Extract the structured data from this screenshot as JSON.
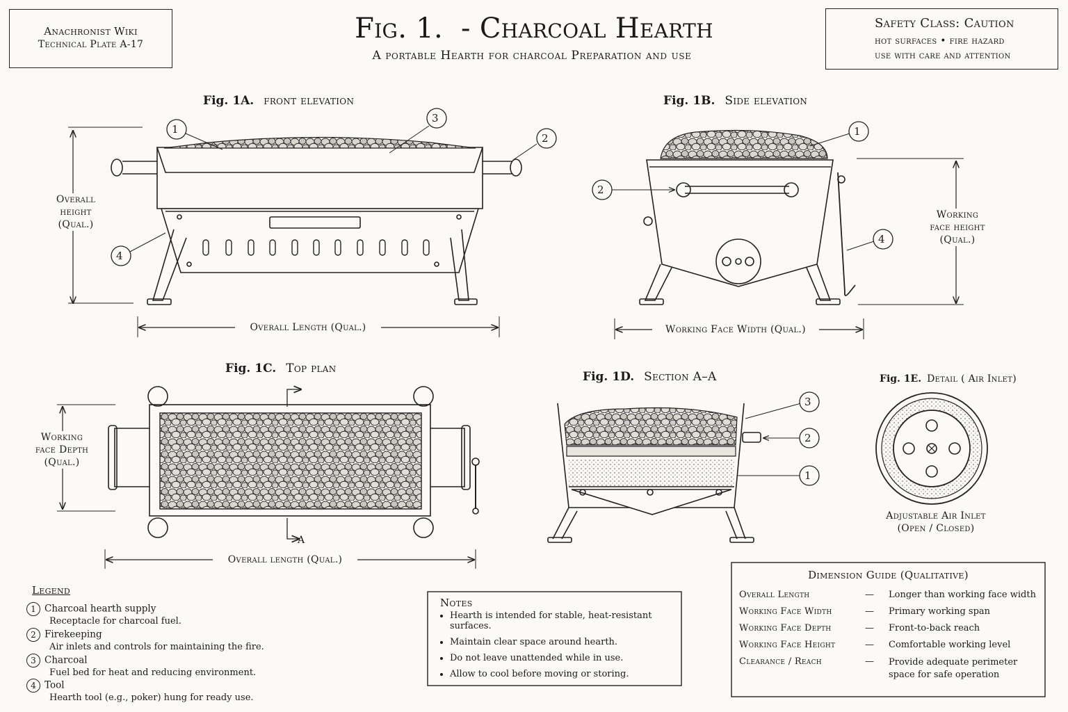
{
  "header": {
    "wiki_line1": "Anachronist Wiki",
    "wiki_line2": "Technical Plate A-17",
    "title": "Fig. 1.  - Charcoal Hearth",
    "subtitle": "A portable Hearth for charcoal Preparation and use",
    "safety_title": "Safety Class: Caution",
    "safety_line1": "hot surfaces • fire hazard",
    "safety_line2": "use with care and attention"
  },
  "figures": {
    "a": {
      "num": "Fig. 1A.",
      "name": "front elevation"
    },
    "b": {
      "num": "Fig. 1B.",
      "name": "Side elevation"
    },
    "c": {
      "num": "Fig. 1C.",
      "name": "Top plan"
    },
    "d": {
      "num": "Fig. 1D.",
      "name": "Section A–A"
    },
    "e": {
      "num": "Fig. 1E.",
      "name": "Detail ( Air Inlet)"
    }
  },
  "dimensions": {
    "overall_height": "Overall height (Qual.)",
    "overall_length_a": "Overall Length (Qual.)",
    "working_face_height": "Working face height (Qual.)",
    "working_face_width": "Working Face Width (Qual.)",
    "working_face_depth": "Working face Depth (Qual.)",
    "overall_length_c": "Overall length (Qual.)",
    "section_mark": "A"
  },
  "callouts": [
    "1",
    "2",
    "3",
    "4"
  ],
  "air_inlet": {
    "line1": "Adjustable Air Inlet",
    "line2": "(Open / Closed)"
  },
  "legend": {
    "title": "Legend",
    "items": [
      {
        "n": "1",
        "name": "Charcoal hearth supply",
        "desc": "Receptacle for charcoal fuel."
      },
      {
        "n": "2",
        "name": "Firekeeping",
        "desc": "Air inlets and controls for maintaining the fire."
      },
      {
        "n": "3",
        "name": "Charcoal",
        "desc": "Fuel bed for heat and reducing environment."
      },
      {
        "n": "4",
        "name": "Tool",
        "desc": "Hearth tool (e.g., poker) hung for ready use."
      }
    ]
  },
  "notes": {
    "title": "Notes",
    "items": [
      "Hearth is intended for stable, heat-resistant surfaces.",
      "Maintain clear space around hearth.",
      "Do not leave unattended while in use.",
      "Allow to cool before moving or storing."
    ]
  },
  "dimension_guide": {
    "title": "Dimension Guide (Qualitative)",
    "rows": [
      {
        "k": "Overall Length",
        "v": "Longer than working face width"
      },
      {
        "k": "Working Face Width",
        "v": "Primary working span"
      },
      {
        "k": "Working Face Depth",
        "v": "Front-to-back reach"
      },
      {
        "k": "Working Face Height",
        "v": "Comfortable working level"
      },
      {
        "k": "Clearance / Reach",
        "v": "Provide adequate perimeter space for safe operation"
      }
    ],
    "dash": "—"
  }
}
